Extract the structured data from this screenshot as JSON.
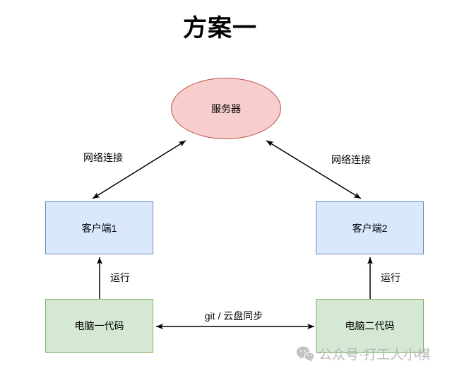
{
  "title": "方案一",
  "diagram": {
    "nodes": {
      "server": {
        "label": "服务器",
        "fill": "#f8cecc",
        "stroke": "#b85450",
        "shape": "ellipse"
      },
      "client1": {
        "label": "客户端1",
        "fill": "#dae8fc",
        "stroke": "#6c8ebf",
        "shape": "rect"
      },
      "client2": {
        "label": "客户端2",
        "fill": "#dae8fc",
        "stroke": "#6c8ebf",
        "shape": "rect"
      },
      "computer1_code": {
        "label": "电脑一代码",
        "fill": "#d5e8d4",
        "stroke": "#82b366",
        "shape": "rect"
      },
      "computer2_code": {
        "label": "电脑二代码",
        "fill": "#d5e8d4",
        "stroke": "#82b366",
        "shape": "rect"
      }
    },
    "edges": {
      "network_left": {
        "label": "网络连接",
        "from": "client1",
        "to": "server",
        "direction": "both"
      },
      "network_right": {
        "label": "网络连接",
        "from": "client2",
        "to": "server",
        "direction": "both"
      },
      "run_left": {
        "label": "运行",
        "from": "computer1_code",
        "to": "client1",
        "direction": "to"
      },
      "run_right": {
        "label": "运行",
        "from": "computer2_code",
        "to": "client2",
        "direction": "to"
      },
      "sync": {
        "label": "git / 云盘同步",
        "from": "computer1_code",
        "to": "computer2_code",
        "direction": "both"
      }
    },
    "edge_color": "#000000"
  },
  "watermark": {
    "icon": "wechat-icon",
    "text": "公众号·打工人小棋",
    "color": "#b9b9b9"
  }
}
